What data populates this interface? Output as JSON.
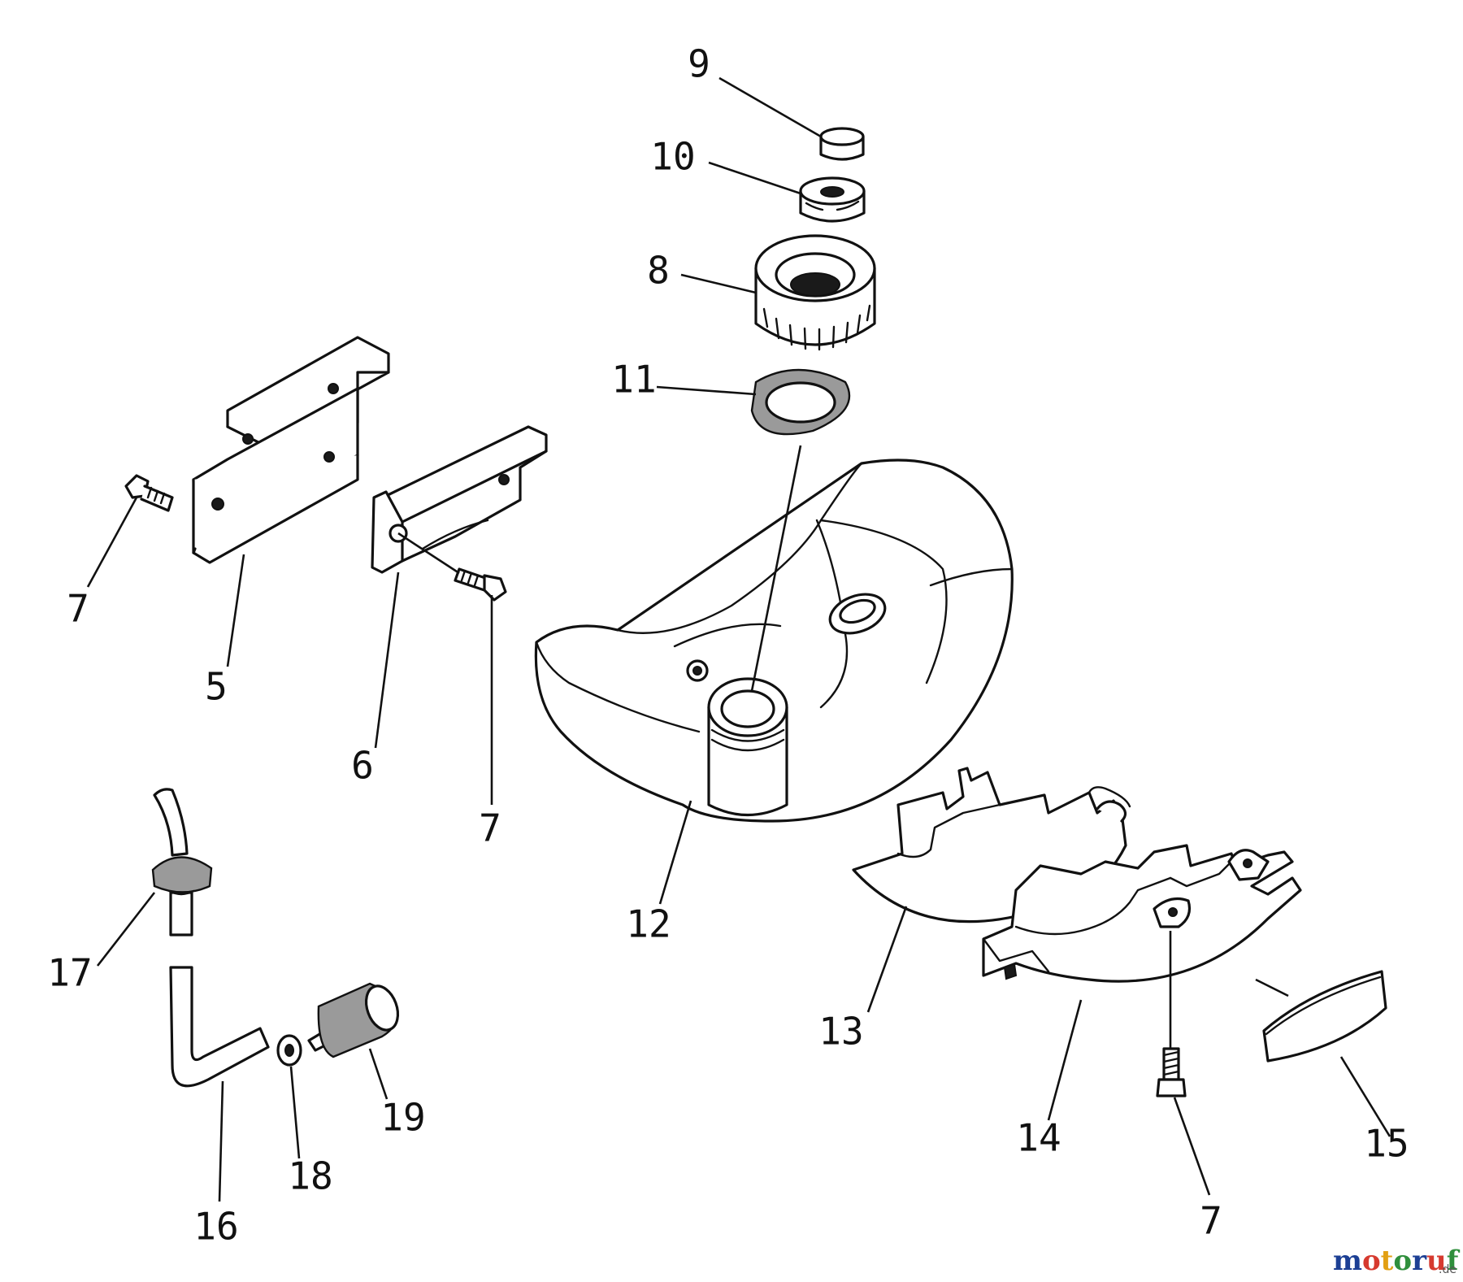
{
  "labels": {
    "l9": "9",
    "l10": "10",
    "l8": "8",
    "l11": "11",
    "l7a": "7",
    "l5": "5",
    "l6": "6",
    "l7b": "7",
    "l12": "12",
    "l17": "17",
    "l16": "16",
    "l18": "18",
    "l19": "19",
    "l13": "13",
    "l14": "14",
    "l15": "15",
    "l7c": "7"
  },
  "watermark": {
    "brand": "motoruf",
    "tld": ".de",
    "colors": [
      "#1c3f94",
      "#d63a2f",
      "#e2a014",
      "#2f8f3c",
      "#1c3f94",
      "#d63a2f",
      "#2f8f3c"
    ]
  }
}
